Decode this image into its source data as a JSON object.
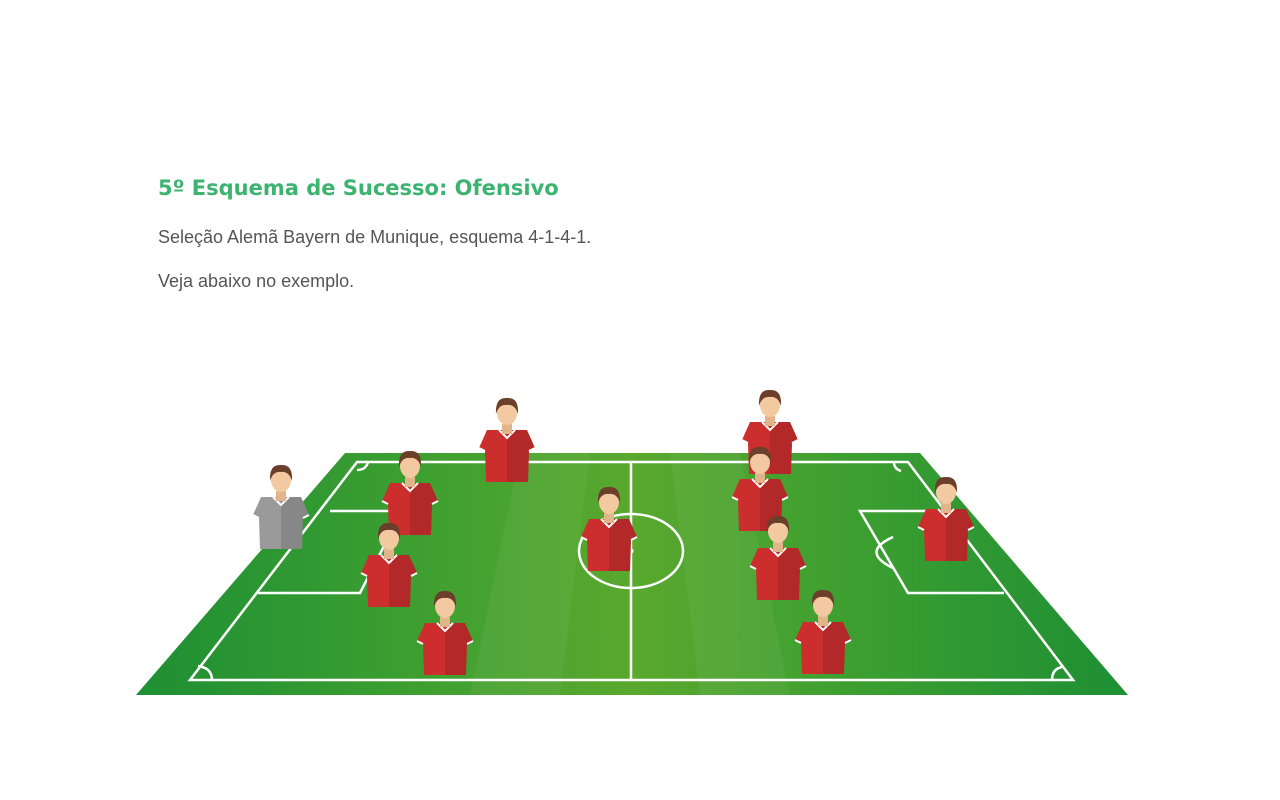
{
  "header": {
    "title": "5º Esquema de Sucesso: Ofensivo",
    "subtitle": "Seleção Alemã Bayern de Munique, esquema 4-1-4-1.",
    "note": "Veja abaixo no exemplo."
  },
  "formation": "4-1-4-1",
  "colors": {
    "title": "#3cb371",
    "text": "#555555",
    "pitch_dark": "#1e8f34",
    "pitch_light": "#5aa82e",
    "outfield_shirt": "#cc2e2e",
    "goalkeeper_shirt": "#9a9a9a",
    "skin": "#f2c9a0",
    "hair": "#6b3f2a"
  },
  "players": [
    {
      "role": "goalkeeper",
      "kit": "goalkeeper"
    },
    {
      "role": "defender",
      "kit": "outfield"
    },
    {
      "role": "defender",
      "kit": "outfield"
    },
    {
      "role": "defender",
      "kit": "outfield"
    },
    {
      "role": "defender",
      "kit": "outfield"
    },
    {
      "role": "defensive-midfielder",
      "kit": "outfield"
    },
    {
      "role": "midfielder",
      "kit": "outfield"
    },
    {
      "role": "midfielder",
      "kit": "outfield"
    },
    {
      "role": "midfielder",
      "kit": "outfield"
    },
    {
      "role": "midfielder",
      "kit": "outfield"
    },
    {
      "role": "striker",
      "kit": "outfield"
    }
  ]
}
